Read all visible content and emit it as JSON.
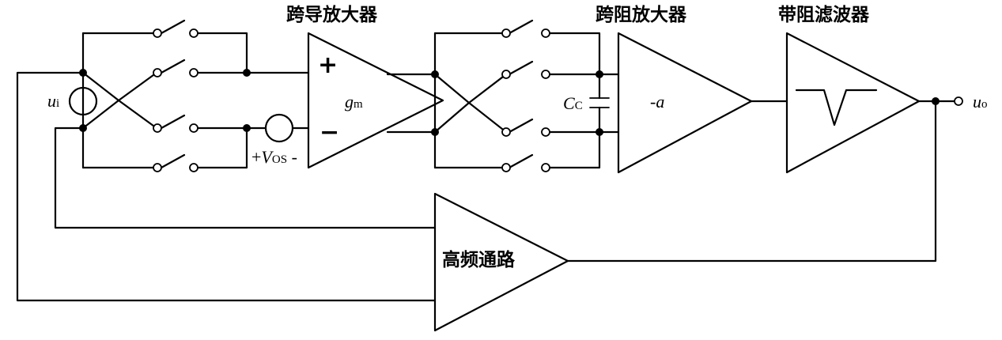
{
  "blocks": {
    "transconductance_amp": "跨导放大器",
    "transimpedance_amp": "跨阻放大器",
    "band_stop_filter": "带阻滤波器",
    "high_freq_path": "高频通路"
  },
  "symbols": {
    "input_main": "u",
    "input_sub": "i",
    "output_main": "u",
    "output_sub": "o",
    "gm_main": "g",
    "gm_sub": "m",
    "gain": "-a",
    "cap_main": "C",
    "cap_sub": "C",
    "offset_sign": "+",
    "offset_main": "V",
    "offset_sub": "OS",
    "offset_neg": "-",
    "plus": "+",
    "minus": "−"
  }
}
